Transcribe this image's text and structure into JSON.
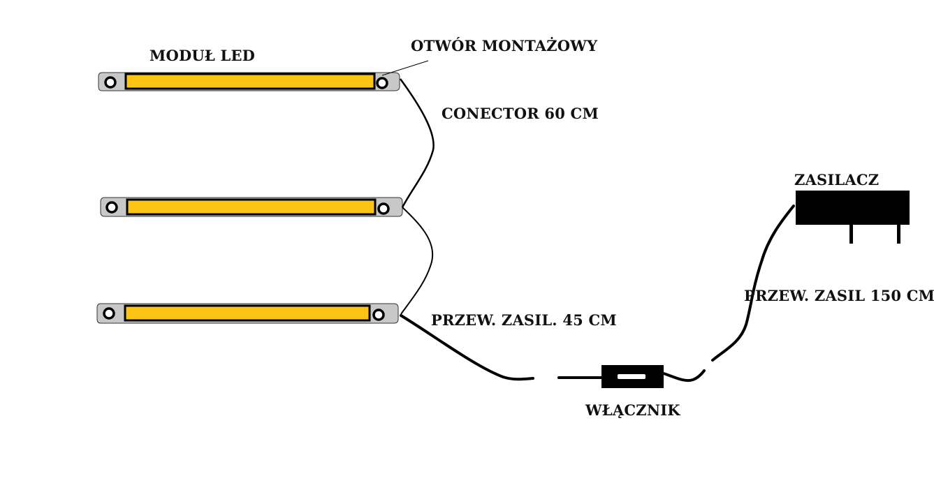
{
  "diagram": {
    "title_labels": {
      "led_module": "MODUŁ LED",
      "mounting_hole": "OTWÓR MONTAŻOWY",
      "connector": "CONECTOR 60 CM",
      "power_cable_short": "PRZEW. ZASIL. 45 CM",
      "switch": "WŁĄCZNIK",
      "power_supply": "ZASILACZ",
      "power_cable_long": "PRZEW. ZASIL 150 CM"
    },
    "modules": [
      {
        "name": "led-module-1"
      },
      {
        "name": "led-module-2"
      },
      {
        "name": "led-module-3"
      }
    ],
    "colors": {
      "led_strip": "#fcc515",
      "housing": "#c8c8c8",
      "outline": "#000000",
      "background": "#ffffff"
    }
  }
}
